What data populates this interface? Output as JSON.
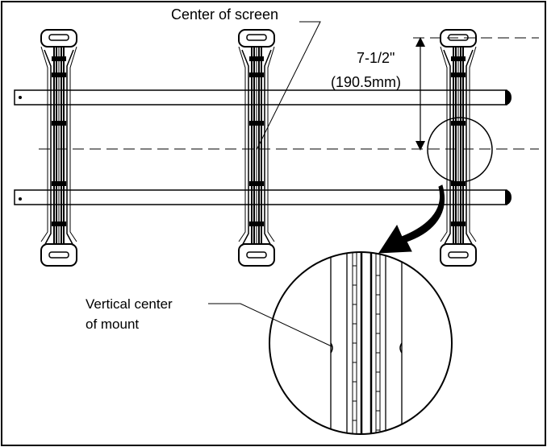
{
  "labels": {
    "center_of_screen": "Center of screen",
    "dimension_imperial": "7-1/2\"",
    "dimension_metric": "(190.5mm)",
    "vertical_center_line1": "Vertical center",
    "vertical_center_line2": "of mount"
  },
  "colors": {
    "line": "#000000",
    "background": "#ffffff"
  },
  "icons": {
    "callout_arrow": "curved-arrow-icon",
    "detail_view": "magnifier-circle"
  }
}
